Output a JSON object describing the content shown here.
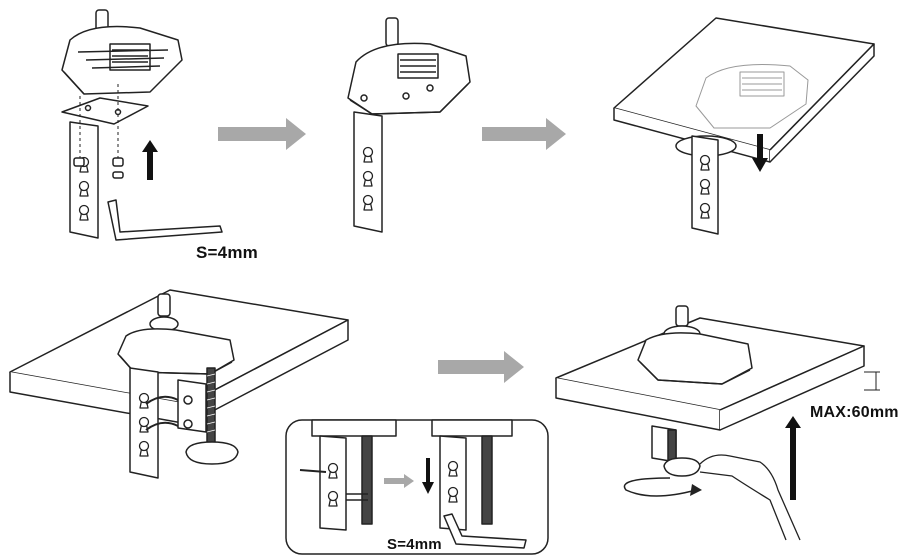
{
  "labels": {
    "allen_key_size_top": "S=4mm",
    "allen_key_size_inset": "S=4mm",
    "max_thickness": "MAX:60mm"
  },
  "icons": [
    "arrow-right-icon",
    "arrow-up-icon",
    "arrow-down-icon",
    "rotate-arrow-icon"
  ],
  "colors": {
    "line": "#222222",
    "arrow_fill": "#a8a8a8",
    "surface": "#ffffff"
  }
}
